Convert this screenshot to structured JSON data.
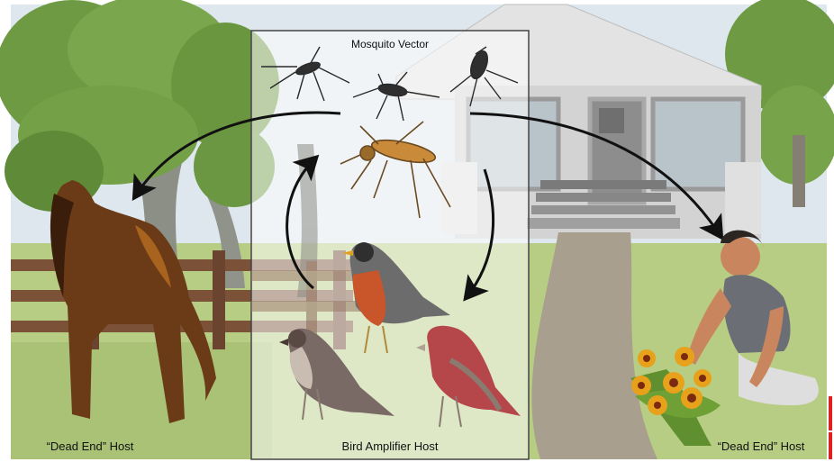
{
  "labels": {
    "vector": "Mosquito Vector",
    "amplifier": "Bird Amplifier Host",
    "dead_end_left": "“Dead End” Host",
    "dead_end_right": "“Dead End” Host"
  },
  "colors": {
    "sky": "#dfe8ee",
    "grass": "#b9cf86",
    "tree_foliage": "#6f9a45",
    "house": "#d9d9d9",
    "panel": "#ffffff",
    "arrow": "#111111",
    "horse": "#6b3a17",
    "robin_breast": "#c9552a",
    "finch_red": "#b5474a",
    "flower": "#e8a11a",
    "accent_red": "#e02020"
  },
  "icons": [
    "mosquito-icon",
    "horse-icon",
    "robin-icon",
    "sparrow-icon",
    "finch-icon",
    "gardener-icon",
    "flower-icon",
    "house-icon",
    "tree-icon",
    "fence-icon"
  ]
}
